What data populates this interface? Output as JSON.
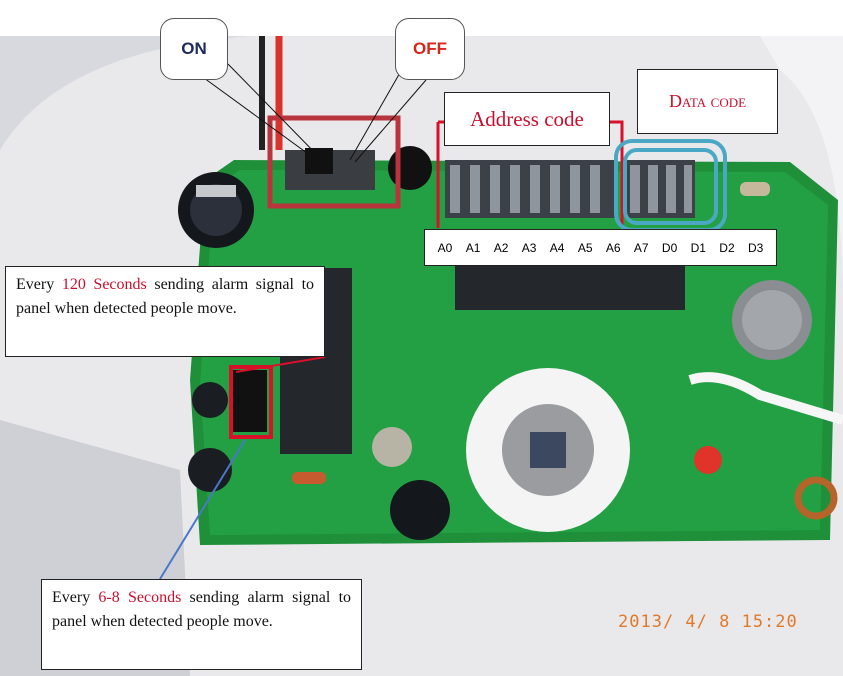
{
  "callouts": {
    "on_label": "ON",
    "off_label": "OFF",
    "address_code_label": "Address code",
    "data_code_label": "Data code"
  },
  "pin_labels": [
    "A0",
    "A1",
    "A2",
    "A3",
    "A4",
    "A5",
    "A6",
    "A7",
    "D0",
    "D1",
    "D2",
    "D3"
  ],
  "notes": {
    "slow_mode": {
      "prefix": "Every ",
      "interval": "120 Seconds",
      "suffix": " sending alarm signal to panel when detected people move."
    },
    "fast_mode": {
      "prefix": "Every ",
      "interval": "6-8 Seconds",
      "suffix": " sending alarm signal to panel when detected people move."
    }
  },
  "timestamp": "2013/ 4/ 8 15:20",
  "colors": {
    "pcb_green": "#1f8f3a",
    "highlight_red": "#c8102e",
    "data_code_ring": "#4aa8c4",
    "timestamp_orange": "#e07a2a",
    "blue_pointer": "#4a78c8"
  }
}
